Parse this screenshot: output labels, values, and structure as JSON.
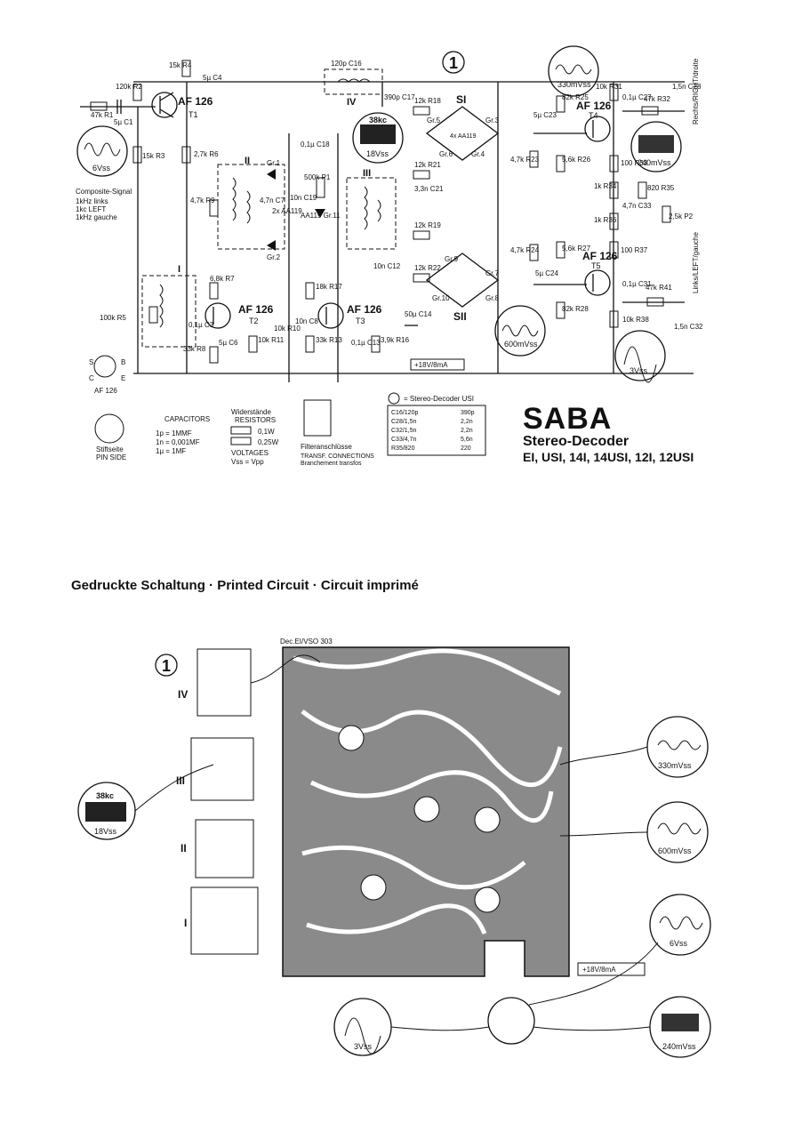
{
  "brand": "SABA",
  "product": "Stereo-Decoder",
  "models": "EI, USI, 14I, 14USI, 12I, 12USI",
  "printed_circuit_heading": "Gedruckte Schaltung  ·  Printed Circuit  ·  Circuit imprimé",
  "transistors": {
    "t1": {
      "type": "AF 126",
      "ref": "T1"
    },
    "t2": {
      "type": "AF 126",
      "ref": "T2"
    },
    "t3": {
      "type": "AF 126",
      "ref": "T3"
    },
    "t4": {
      "type": "AF 126",
      "ref": "T4"
    },
    "t5": {
      "type": "AF 126",
      "ref": "T5"
    }
  },
  "components": {
    "r4": "15k R4",
    "r2": "120k R2",
    "r1": "47k R1",
    "c1": "5µ C1",
    "r3": "15k R3",
    "r6": "2,7k R6",
    "r9": "4,7k R9",
    "r7": "6,8k R7",
    "r8": "33k R8",
    "r11": "10k R11",
    "c6": "5µ C6",
    "c3": "0,1µ C3",
    "r5": "100k R5",
    "c4": "5µ C4",
    "c16": "120p C16",
    "c17": "390p C17",
    "c18": "0,1µ C18",
    "c19": "10n C19",
    "p1": "500k P1",
    "gr11": "AA119 Gr.11",
    "r17": "18k R17",
    "r13": "33k R13",
    "c13": "0,1µ C13",
    "r16": "3,9k R16",
    "c14": "50µ C14",
    "c12": "10n C12",
    "r10": "10k R10",
    "c8": "10n C8",
    "c21": "3,3n C21",
    "r18": "12k R18",
    "r21": "12k R21",
    "r19": "12k R19",
    "r22": "12k R22",
    "r25": "82k R25",
    "r23": "4,7k R23",
    "r26": "5,6k R26",
    "c23": "5µ C23",
    "r31": "10k R31",
    "c27": "0,1µ C27",
    "r32": "47k R32",
    "c28": "1,5n C28",
    "r33": "100 R33",
    "r34": "1k R34",
    "r35": "820 R35",
    "c33": "4,7n C33",
    "r36": "1k R36",
    "p2": "2,5k P2",
    "r37": "100 R37",
    "r24": "4,7k R24",
    "r27": "5,6k R27",
    "c24": "5µ C24",
    "r28": "82k R28",
    "c31": "0,1µ C31",
    "r41": "47k R41",
    "r38": "10k R38",
    "c32": "1,5n C32",
    "c7": "4,7n C7",
    "gr1": "Gr.1",
    "gr2": "Gr.2",
    "aa119pair": "2x AA119"
  },
  "bridge": {
    "s1": "SI",
    "s2": "SII",
    "gr5": "Gr.5",
    "gr3": "Gr.3",
    "gr6": "Gr.6",
    "gr4": "Gr.4",
    "gr9": "Gr.9",
    "gr7": "Gr.7",
    "gr10": "Gr.10",
    "gr8": "Gr.8",
    "diodes": "4x AA119"
  },
  "coils": {
    "I": "I",
    "II": "II",
    "III": "III",
    "IV": "IV"
  },
  "waveforms": {
    "input": "6Vss",
    "pilot": "38kc",
    "pilot_amp": "18Vss",
    "t4": "330mVss",
    "out_r": "240mVss",
    "t5": "600mVss",
    "out_l": "3Vss"
  },
  "legend": {
    "composite_title": "Composite-Signal",
    "composite_lines": [
      "1kHz  links",
      "1kc   LEFT",
      "1kHz  gauche"
    ],
    "right_out": "Rechts/RIGHT/droite",
    "left_out": "Links/LEFT/gauche",
    "supply": "+18V/8mA",
    "pinout_ref": "AF 126",
    "pin_b": "B",
    "pin_c": "C",
    "pin_e": "E",
    "pin_s": "S",
    "stiftseite": "Stiftseite",
    "pin_side": "PIN SIDE",
    "capacitors_title": "CAPACITORS",
    "cap_lines": [
      "1p = 1MMF",
      "1n = 0,001MF",
      "1µ = 1MF"
    ],
    "widerstaende": "Widerstände",
    "resistors": "RESISTORS",
    "res_01w": "0,1W",
    "res_025w": "0,25W",
    "voltages": "VOLTAGES",
    "vss": "Vss = Vpp",
    "filter_title": "Filteranschlüsse",
    "filter_sub1": "TRANSF. CONNECTIONS",
    "filter_sub2": "Branchement transfos",
    "usi_note": "= Stereo-Decoder USI",
    "usi_table": [
      [
        "C16/120p",
        "390p"
      ],
      [
        "C28/1,5n",
        "2,2n"
      ],
      [
        "C32/1,5n",
        "2,2n"
      ],
      [
        "C33/4,7n",
        "5,6n"
      ],
      [
        "R35/820",
        "220"
      ]
    ]
  },
  "pcb": {
    "dec_label": "Dec.EI/VSO 303",
    "supply": "+18V/8mA"
  }
}
